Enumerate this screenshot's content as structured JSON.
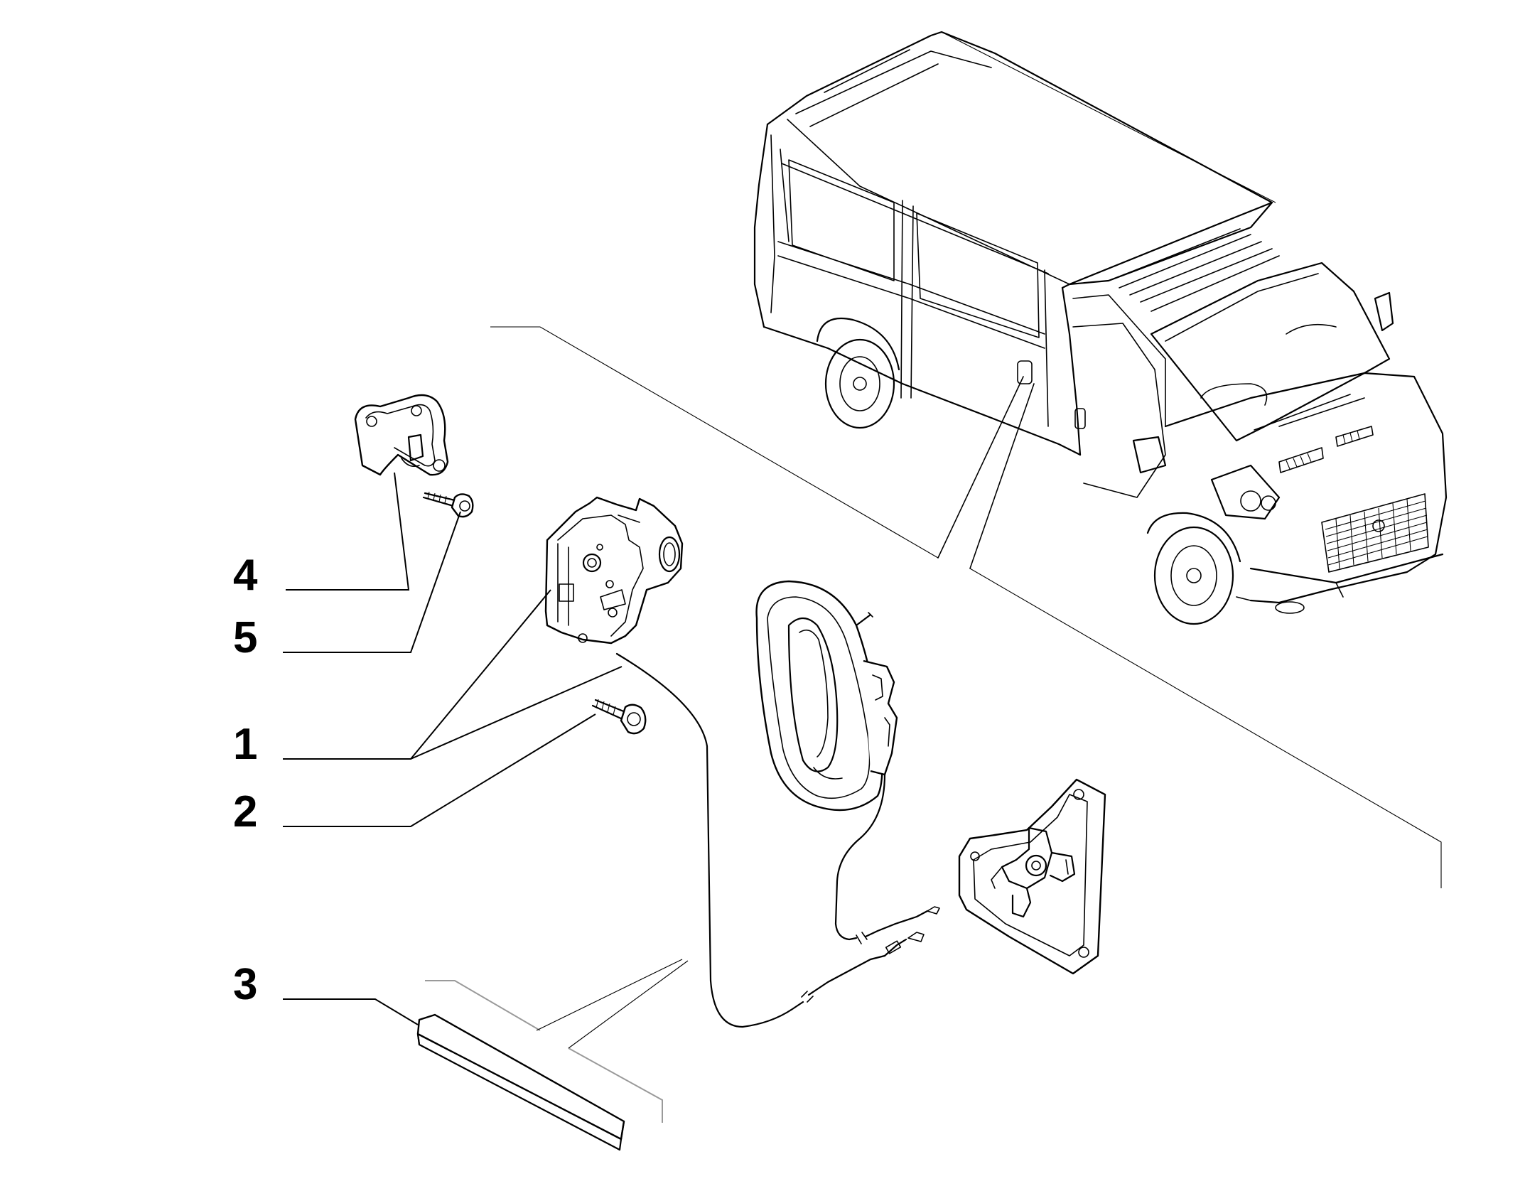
{
  "diagram": {
    "callouts": [
      {
        "id": "4",
        "label": "4"
      },
      {
        "id": "5",
        "label": "5"
      },
      {
        "id": "1",
        "label": "1"
      },
      {
        "id": "2",
        "label": "2"
      },
      {
        "id": "3",
        "label": "3"
      }
    ],
    "icons": [
      "van-icon",
      "handle-bracket-icon",
      "screw-icon",
      "door-lock-icon",
      "bolt-icon",
      "interior-handle-icon",
      "lever-plate-icon",
      "seal-strip-icon"
    ]
  }
}
